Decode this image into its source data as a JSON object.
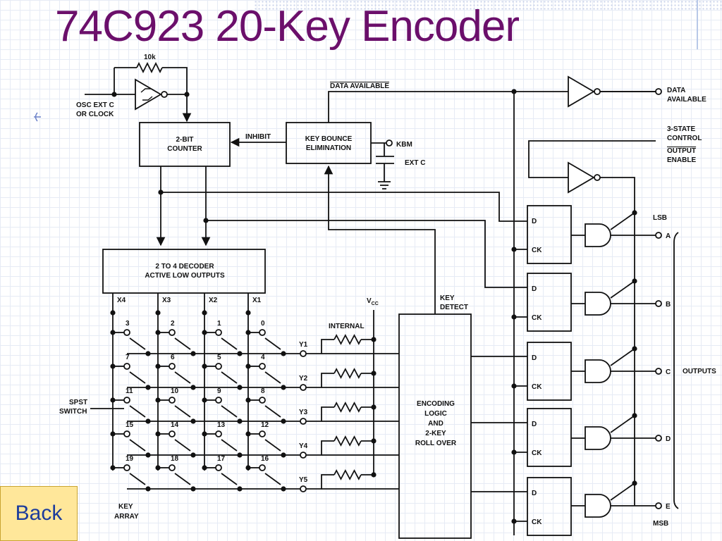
{
  "title": "74C923 20-Key Encoder",
  "back_label": "Back",
  "colors": {
    "title": "#6b0f6b",
    "back_bg": "#ffe79a",
    "back_text": "#1c3c9c"
  },
  "schematic": {
    "resistor_10k": "10k",
    "osc_line1": "OSC EXT C",
    "osc_line2": "OR CLOCK",
    "counter_line1": "2-BIT",
    "counter_line2": "COUNTER",
    "inhibit": "INHIBIT",
    "keybounce_line1": "KEY BOUNCE",
    "keybounce_line2": "ELIMINATION",
    "kbm": "KBM",
    "ext_c": "EXT C",
    "data_available_line": "DATA AVAILABLE",
    "out_data_available1": "DATA",
    "out_data_available2": "AVAILABLE",
    "three_state1": "3-STATE",
    "three_state2": "CONTROL",
    "output_enable1": "OUTPUT",
    "output_enable2": "ENABLE",
    "lsb": "LSB",
    "msb": "MSB",
    "outputs": "OUTPUTS",
    "decoder_line1": "2 TO 4 DECODER",
    "decoder_line2": "ACTIVE LOW OUTPUTS",
    "key_detect1": "KEY",
    "key_detect2": "DETECT",
    "vcc": "V",
    "vcc_sub": "CC",
    "internal": "INTERNAL",
    "encoding1": "ENCODING",
    "encoding2": "LOGIC",
    "encoding3": "AND",
    "encoding4": "2-KEY",
    "encoding5": "ROLL OVER",
    "spst1": "SPST",
    "spst2": "SWITCH",
    "key_array1": "KEY",
    "key_array2": "ARRAY",
    "columns": [
      "X4",
      "X3",
      "X2",
      "X1"
    ],
    "rows": [
      "Y1",
      "Y2",
      "Y3",
      "Y4",
      "Y5"
    ],
    "keys": [
      [
        "3",
        "2",
        "1",
        "0"
      ],
      [
        "7",
        "6",
        "5",
        "4"
      ],
      [
        "11",
        "10",
        "9",
        "8"
      ],
      [
        "15",
        "14",
        "13",
        "12"
      ],
      [
        "19",
        "18",
        "17",
        "16"
      ]
    ],
    "flipflop_d": "D",
    "flipflop_ck": "CK",
    "output_pins": [
      "A",
      "B",
      "C",
      "D",
      "E"
    ]
  }
}
